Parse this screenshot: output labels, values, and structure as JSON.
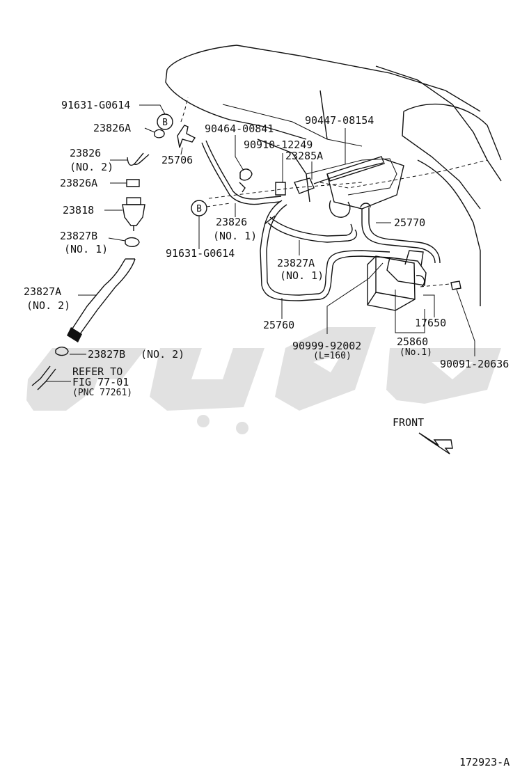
{
  "watermark": {
    "color": "#bdbdbd"
  },
  "parts": {
    "p_91631_top": "91631-G0614",
    "p_23826A_top": "23826A",
    "p_25706": "25706",
    "p_23826_no2": "23826",
    "p_23826_no2_sub": "(NO. 2)",
    "p_23826A_mid": "23826A",
    "p_23818": "23818",
    "p_23827B_no1": "23827B",
    "p_23827B_no1_sub": "(NO. 1)",
    "p_23827A_no2": "23827A",
    "p_23827A_no2_sub": "(NO. 2)",
    "p_23827B_no2": "23827B",
    "p_23827B_no2_sub": "(NO. 2)",
    "refer_line1": "REFER TO",
    "refer_line2": "FIG 77-01",
    "refer_line3": "(PNC 77261)",
    "p_90464": "90464-00841",
    "p_90910": "90910-12249",
    "p_90447": "90447-08154",
    "p_23285A": "23285A",
    "p_23826_no1": "23826",
    "p_23826_no1_sub": "(NO. 1)",
    "p_91631_bottom": "91631-G0614",
    "p_25770": "25770",
    "p_23827A_no1": "23827A",
    "p_23827A_no1_sub": "(NO. 1)",
    "p_25760": "25760",
    "p_17650": "17650",
    "p_25860": "25860",
    "p_25860_sub": "(No.1)",
    "p_90999": "90999-92002",
    "p_90999_sub": "(L=160)",
    "p_90091": "90091-20636",
    "marker_b": "B",
    "front": "FRONT",
    "diagram_id": "172923-A"
  }
}
